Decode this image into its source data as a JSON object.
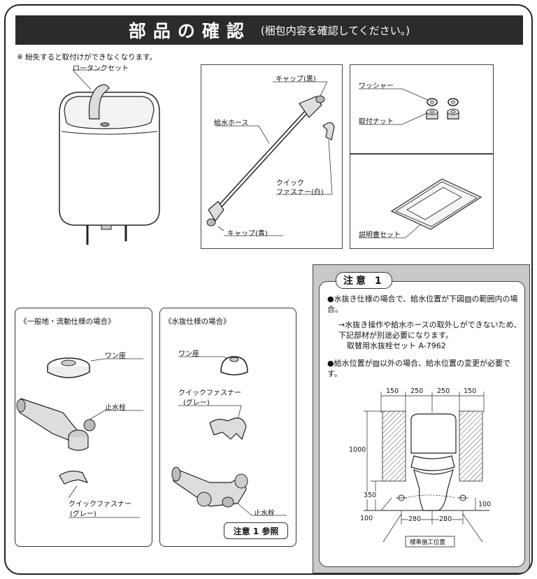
{
  "title": {
    "main": "部品の確認",
    "sub": "(梱包内容を確認してください。)"
  },
  "warning": "※ 紛失すると取付けができなくなります。",
  "parts": {
    "tank": "ロータンクセット",
    "cap_black": "キャップ(黒)",
    "hose": "給水ホース",
    "fastener_white_1": "クイック",
    "fastener_white_2": "ファスナー(白)",
    "cap_blue": "キャップ(青)",
    "washer": "ワッシャー",
    "nut": "取付ナット",
    "manual": "説明書セット"
  },
  "general": {
    "heading": "《一般地・流動仕様の場合》",
    "seat": "ワン座",
    "valve": "止水栓",
    "fastener_1": "クイックファスナー",
    "fastener_2": "(グレー)"
  },
  "drain": {
    "heading": "《水抜仕様の場合》",
    "seat": "ワン座",
    "fastener_1": "クイックファスナー",
    "fastener_2": "(グレー)",
    "valve": "止水栓",
    "ref": "注意 1 参照"
  },
  "note": {
    "title": "注意 1",
    "p1": "●水抜き仕様の場合で、給水位置が下図▨の範囲内の場合。",
    "p2": "→水抜き操作や給水ホースの取外しができないため、下記部材が別途必要になります。",
    "p3": "取替用水抜栓セット A-7962",
    "p4": "●給水位置が▨以外の場合、給水位置の変更が必要です。"
  },
  "diagram": {
    "d150a": "150",
    "d250a": "250",
    "d250b": "250",
    "d150b": "150",
    "d1000": "1000",
    "d350": "350",
    "d100l": "100",
    "d100r": "100",
    "d280a": "280",
    "d280b": "280",
    "std": "標準施工位置"
  }
}
